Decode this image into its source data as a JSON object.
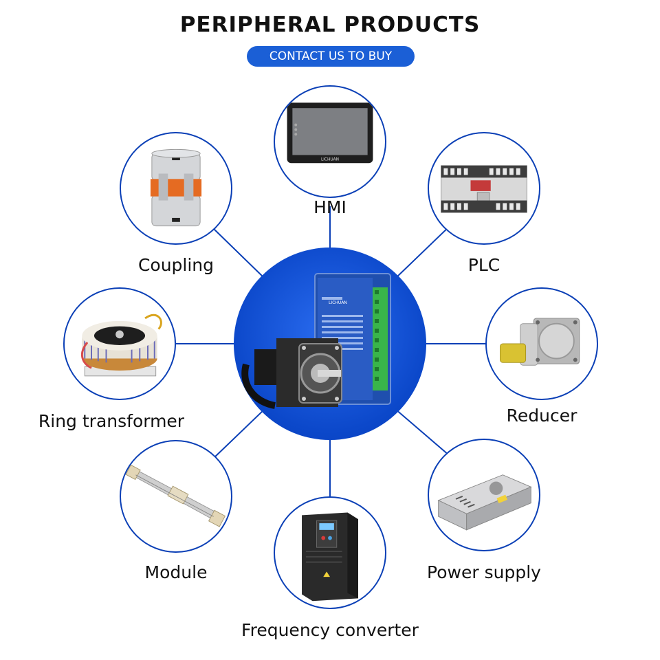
{
  "header": {
    "title": "PERIPHERAL PRODUCTS",
    "cta_label": "CONTACT US TO BUY"
  },
  "colors": {
    "accent": "#0a3fb6",
    "button": "#1b5fd6",
    "hub_center": "#2a6cf0"
  },
  "hub": {
    "product": "stepper motor and driver",
    "brand_text": "LICHUAN"
  },
  "products": [
    {
      "id": "hmi",
      "label": "HMI",
      "icon": "hmi-touchscreen-icon",
      "screen_brand": "LICHUAN"
    },
    {
      "id": "plc",
      "label": "PLC",
      "icon": "plc-controller-icon"
    },
    {
      "id": "reducer",
      "label": "Reducer",
      "icon": "planetary-reducer-icon"
    },
    {
      "id": "power-supply",
      "label": "Power supply",
      "icon": "power-supply-icon"
    },
    {
      "id": "frequency-converter",
      "label": "Frequency converter",
      "icon": "frequency-converter-icon"
    },
    {
      "id": "module",
      "label": "Module",
      "icon": "linear-module-icon"
    },
    {
      "id": "ring-transformer",
      "label": "Ring transformer",
      "icon": "toroidal-transformer-icon"
    },
    {
      "id": "coupling",
      "label": "Coupling",
      "icon": "shaft-coupling-icon"
    }
  ]
}
